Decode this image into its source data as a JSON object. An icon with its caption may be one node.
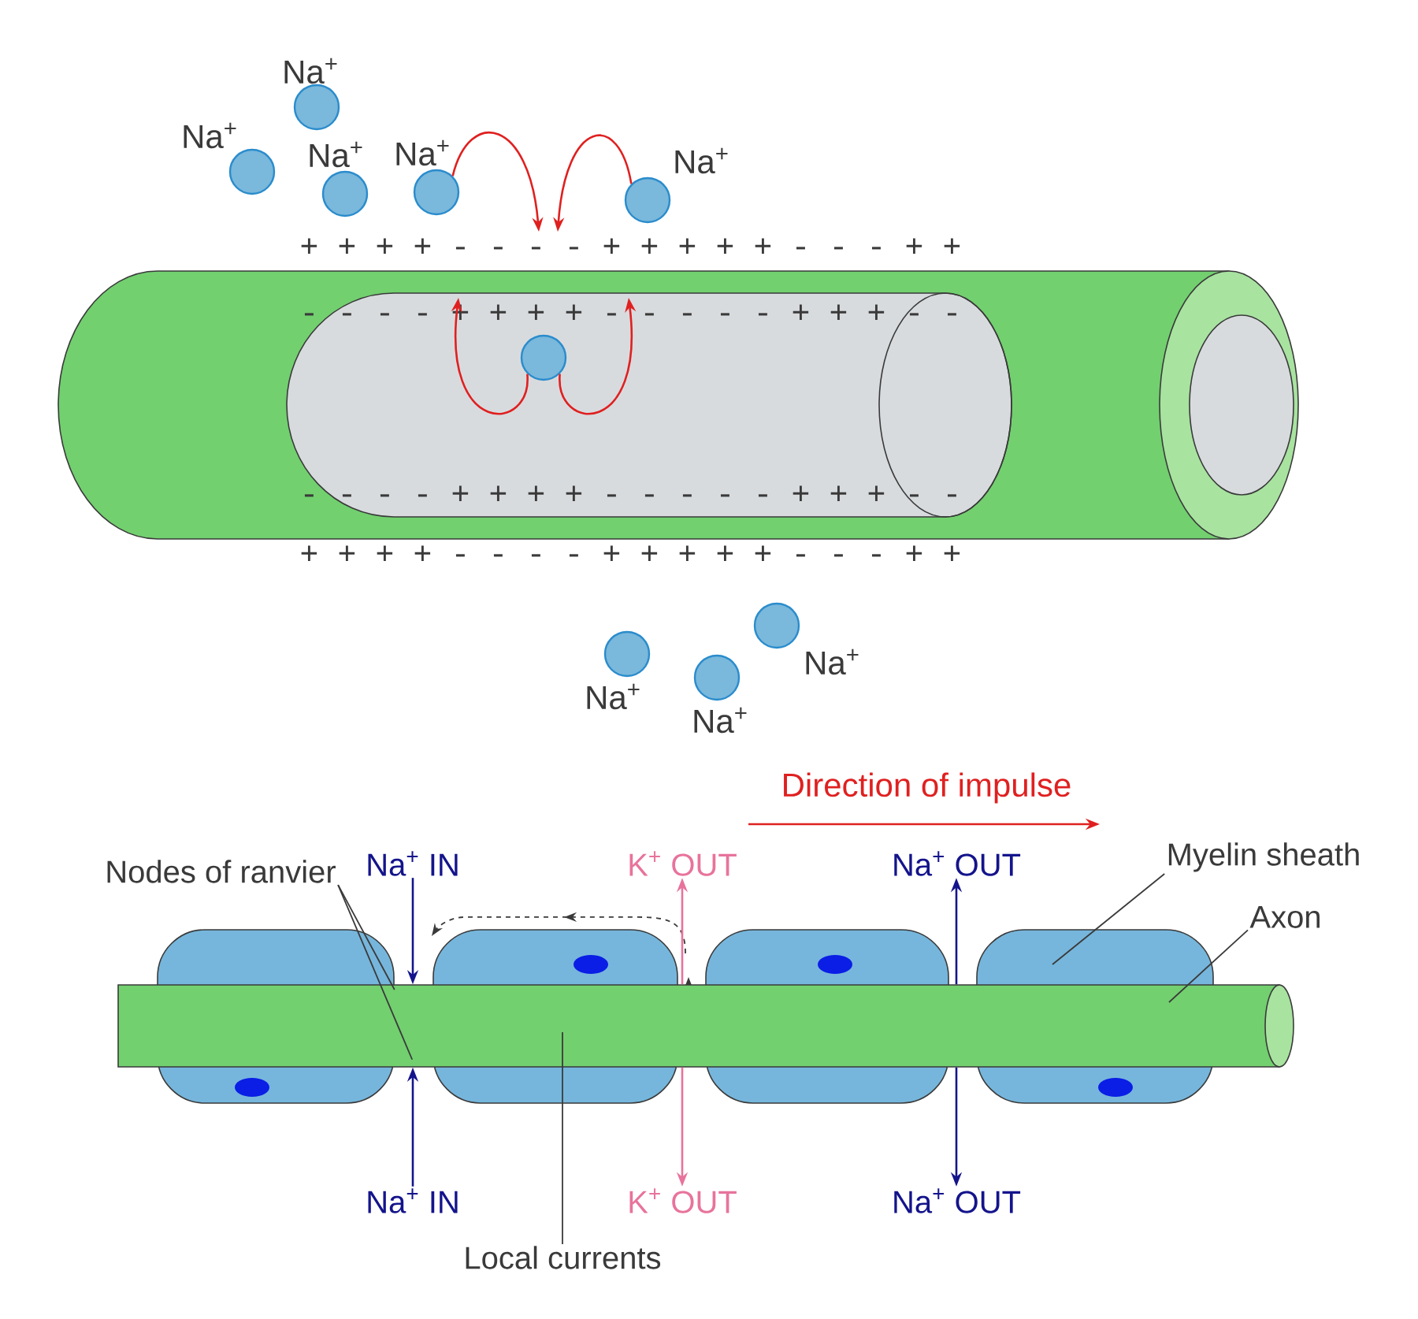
{
  "diagram": {
    "nodes": [
      {
        "text": [],
        "shape": "circle",
        "beside": [
          "Na$^{+}$"
        ]
      },
      {
        "text": [],
        "shape": "circle",
        "beside": [
          "Na$^{+}$"
        ]
      },
      {
        "text": [],
        "shape": "circle",
        "beside": [
          "Na$^{+}$"
        ]
      },
      {
        "text": [],
        "shape": "circle",
        "beside": [
          "Na$^{+}$"
        ]
      },
      {
        "text": [],
        "shape": "circle",
        "beside": [
          "Na$^{+}$"
        ]
      },
      {
        "text": [],
        "shape": "circle"
      },
      {
        "text": [],
        "shape": "circle",
        "beside": [
          "Na$^{+}$"
        ]
      },
      {
        "text": [],
        "shape": "circle",
        "beside": [
          "Na$^{+}$"
        ]
      },
      {
        "text": [],
        "shape": "circle",
        "beside": [
          "Na$^{+}$"
        ]
      },
      {
        "text": [
          "Nodes of ranvier"
        ]
      },
      {
        "text": [
          "Na$^{+}$ IN"
        ]
      },
      {
        "text": [
          "K$^{+}$ OUT"
        ]
      },
      {
        "text": [
          "Na$^{+}$ OUT"
        ]
      },
      {
        "text": [
          "Myelin sheath"
        ]
      },
      {
        "text": [
          "Axon"
        ]
      },
      {
        "text": [],
        "shape": "box"
      },
      {
        "text": [],
        "shape": "box"
      },
      {
        "text": [],
        "shape": "box"
      },
      {
        "text": [],
        "shape": "box"
      },
      {
        "text": [],
        "shape": "cylinder"
      },
      {
        "text": [
          "Na$^{+}$ IN"
        ]
      },
      {
        "text": [
          "K$^{+}$ OUT"
        ]
      },
      {
        "text": [
          "Na$^{+}$ OUT"
        ]
      },
      {
        "text": [
          "Local currents"
        ]
      },
      {
        "text": [
          "+ + + + - - - - + + + + + - - - + +"
        ]
      },
      {
        "text": [
          "- - - - + + + + - - - - - + + + - -"
        ]
      }
    ],
    "edges": [
      {
        "from": 3,
        "to": 24,
        "arrow": "to",
        "color": "#e02020"
      },
      {
        "from": 4,
        "to": 24,
        "arrow": "to",
        "color": "#e02020"
      },
      {
        "from": 5,
        "to": 25,
        "arrow": "to",
        "color": "#e02020"
      },
      {
        "from": 5,
        "to": 25,
        "arrow": "to",
        "color": "#e02020"
      },
      {
        "from": 9,
        "to": 15,
        "arrow": "none"
      },
      {
        "from": 9,
        "to": 19,
        "arrow": "none"
      },
      {
        "from": 10,
        "to": 19,
        "arrow": "to",
        "color": "#14148c"
      },
      {
        "from": 20,
        "to": 19,
        "arrow": "to",
        "color": "#14148c"
      },
      {
        "from": 19,
        "to": 11,
        "arrow": "to",
        "color": "#e8739c"
      },
      {
        "from": 19,
        "to": 21,
        "arrow": "to",
        "color": "#e8739c"
      },
      {
        "from": 19,
        "to": 12,
        "arrow": "to",
        "color": "#14148c"
      },
      {
        "from": 19,
        "to": 22,
        "arrow": "to",
        "color": "#14148c"
      },
      {
        "from": 13,
        "to": 18,
        "arrow": "none"
      },
      {
        "from": 14,
        "to": 19,
        "arrow": "none"
      },
      {
        "from": 23,
        "to": 16,
        "arrow": "none"
      }
    ],
    "labels": [
      "- - - - + + + + - - - - - + + + - -",
      "+ + + + - - - - + + + + + - - - + +",
      "Direction of impulse"
    ]
  }
}
